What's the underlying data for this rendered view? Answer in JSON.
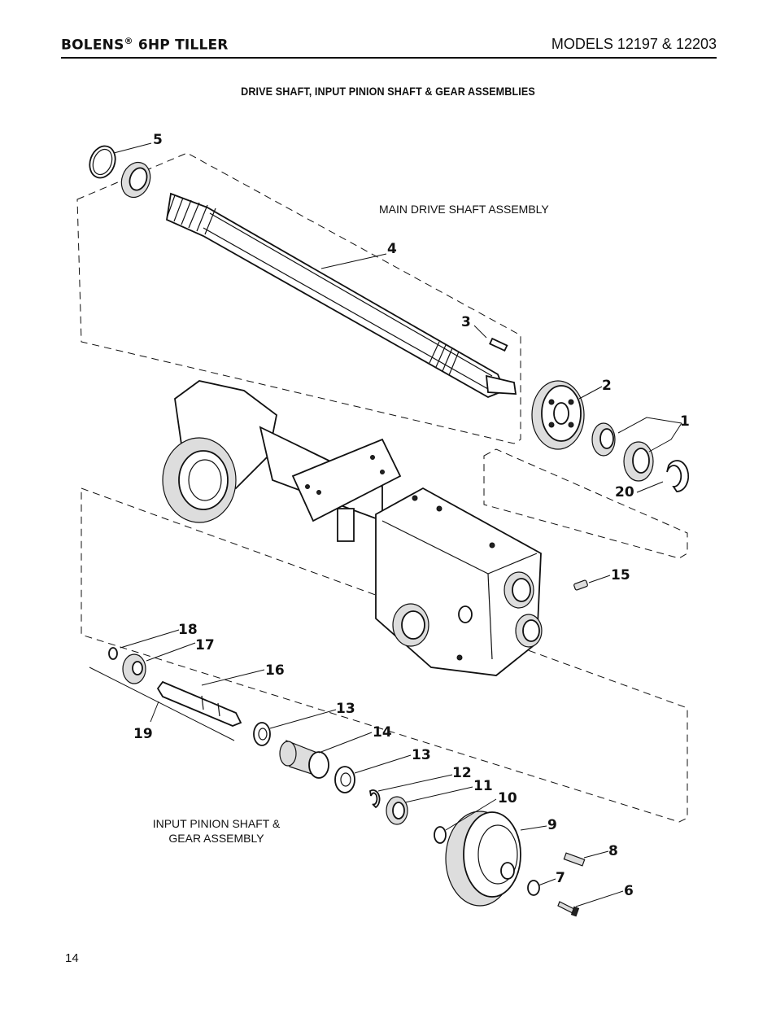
{
  "header": {
    "brand": "BOLENS",
    "brand_mark": "®",
    "brand_rest": " 6HP TILLER",
    "models": "MODELS 12197 & 12203"
  },
  "section_title": "DRIVE SHAFT, INPUT PINION SHAFT & GEAR ASSEMBLIES",
  "assembly_labels": {
    "main_drive": "MAIN DRIVE SHAFT ASSEMBLY",
    "input_pinion_line1": "INPUT PINION SHAFT &",
    "input_pinion_line2": "GEAR ASSEMBLY"
  },
  "callouts": [
    "1",
    "2",
    "3",
    "4",
    "5",
    "6",
    "7",
    "8",
    "9",
    "10",
    "11",
    "12",
    "13",
    "13",
    "14",
    "15",
    "16",
    "17",
    "18",
    "19",
    "20"
  ],
  "page_number": "14"
}
